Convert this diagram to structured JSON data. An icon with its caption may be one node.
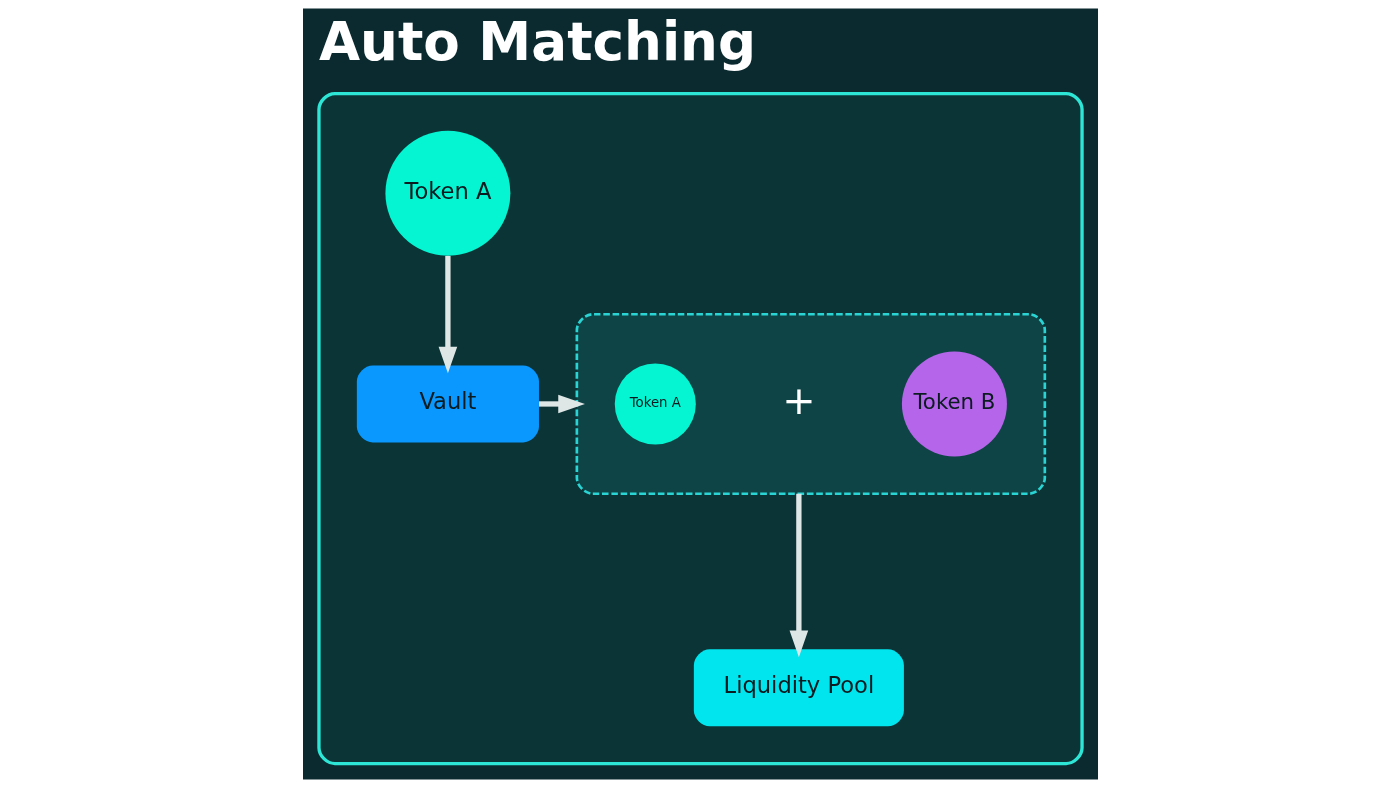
{
  "diagram": {
    "title": "Auto Matching",
    "nodes": [
      {
        "text": [],
        "shape": "box"
      },
      {
        "text": [
          "Token A"
        ],
        "in": 0
      },
      {
        "text": [
          "Vault"
        ],
        "in": 0
      },
      {
        "text": [],
        "shape": "box",
        "in": 0
      },
      {
        "text": [
          "Token A"
        ],
        "in": 3
      },
      {
        "text": [
          "Token B"
        ],
        "in": 3
      },
      {
        "text": [
          "Liquidity Pool"
        ],
        "in": 0
      }
    ],
    "edges": [
      {
        "from": 1,
        "to": 2,
        "arrow": "to"
      },
      {
        "from": 2,
        "to": 3,
        "arrow": "to"
      },
      {
        "from": 3,
        "to": 6,
        "arrow": "to"
      }
    ],
    "labels": [
      "+"
    ]
  }
}
